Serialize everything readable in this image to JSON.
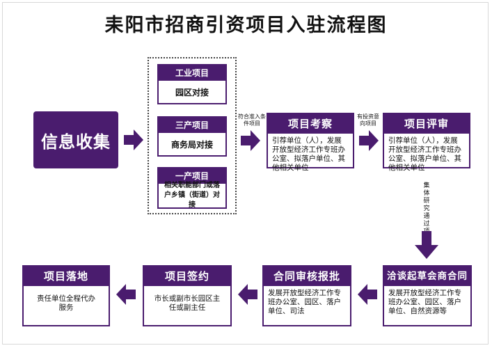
{
  "title": "耒阳市招商引资项目入驻流程图",
  "start": "信息收集",
  "sub": [
    {
      "header": "工业项目",
      "body": "园区对接"
    },
    {
      "header": "三产项目",
      "body": "商务局对接"
    },
    {
      "header": "一产项目",
      "body": "相关职能部门或落户乡镇（街道）对接"
    }
  ],
  "labels": {
    "to_kaocha": "符合准入条件项目",
    "to_pingshen": "有投资意向项目",
    "down": "集体研究通过项目"
  },
  "cards": {
    "kaocha": {
      "header": "项目考察",
      "body": "引荐单位（人），发展开放型经济工作专班办公室、拟落户单位、其他相关单位"
    },
    "pingshen": {
      "header": "项目评审",
      "body": "引荐单位（人），发展开放型经济工作专班办公室、拟落户单位、其他相关单位"
    },
    "qiatan": {
      "header": "洽谈起草会商合同",
      "body": "发展开放型经济工作专班办公室、园区、落户单位、自然资源等"
    },
    "hetong": {
      "header": "合同审核报批",
      "body": "发展开放型经济工作专班办公室、园区、落户单位、司法"
    },
    "qianyue": {
      "header": "项目签约",
      "body": "市长或副市长园区主任或副主任"
    },
    "luodi": {
      "header": "项目落地",
      "body": "责任单位全程代办服务"
    }
  }
}
